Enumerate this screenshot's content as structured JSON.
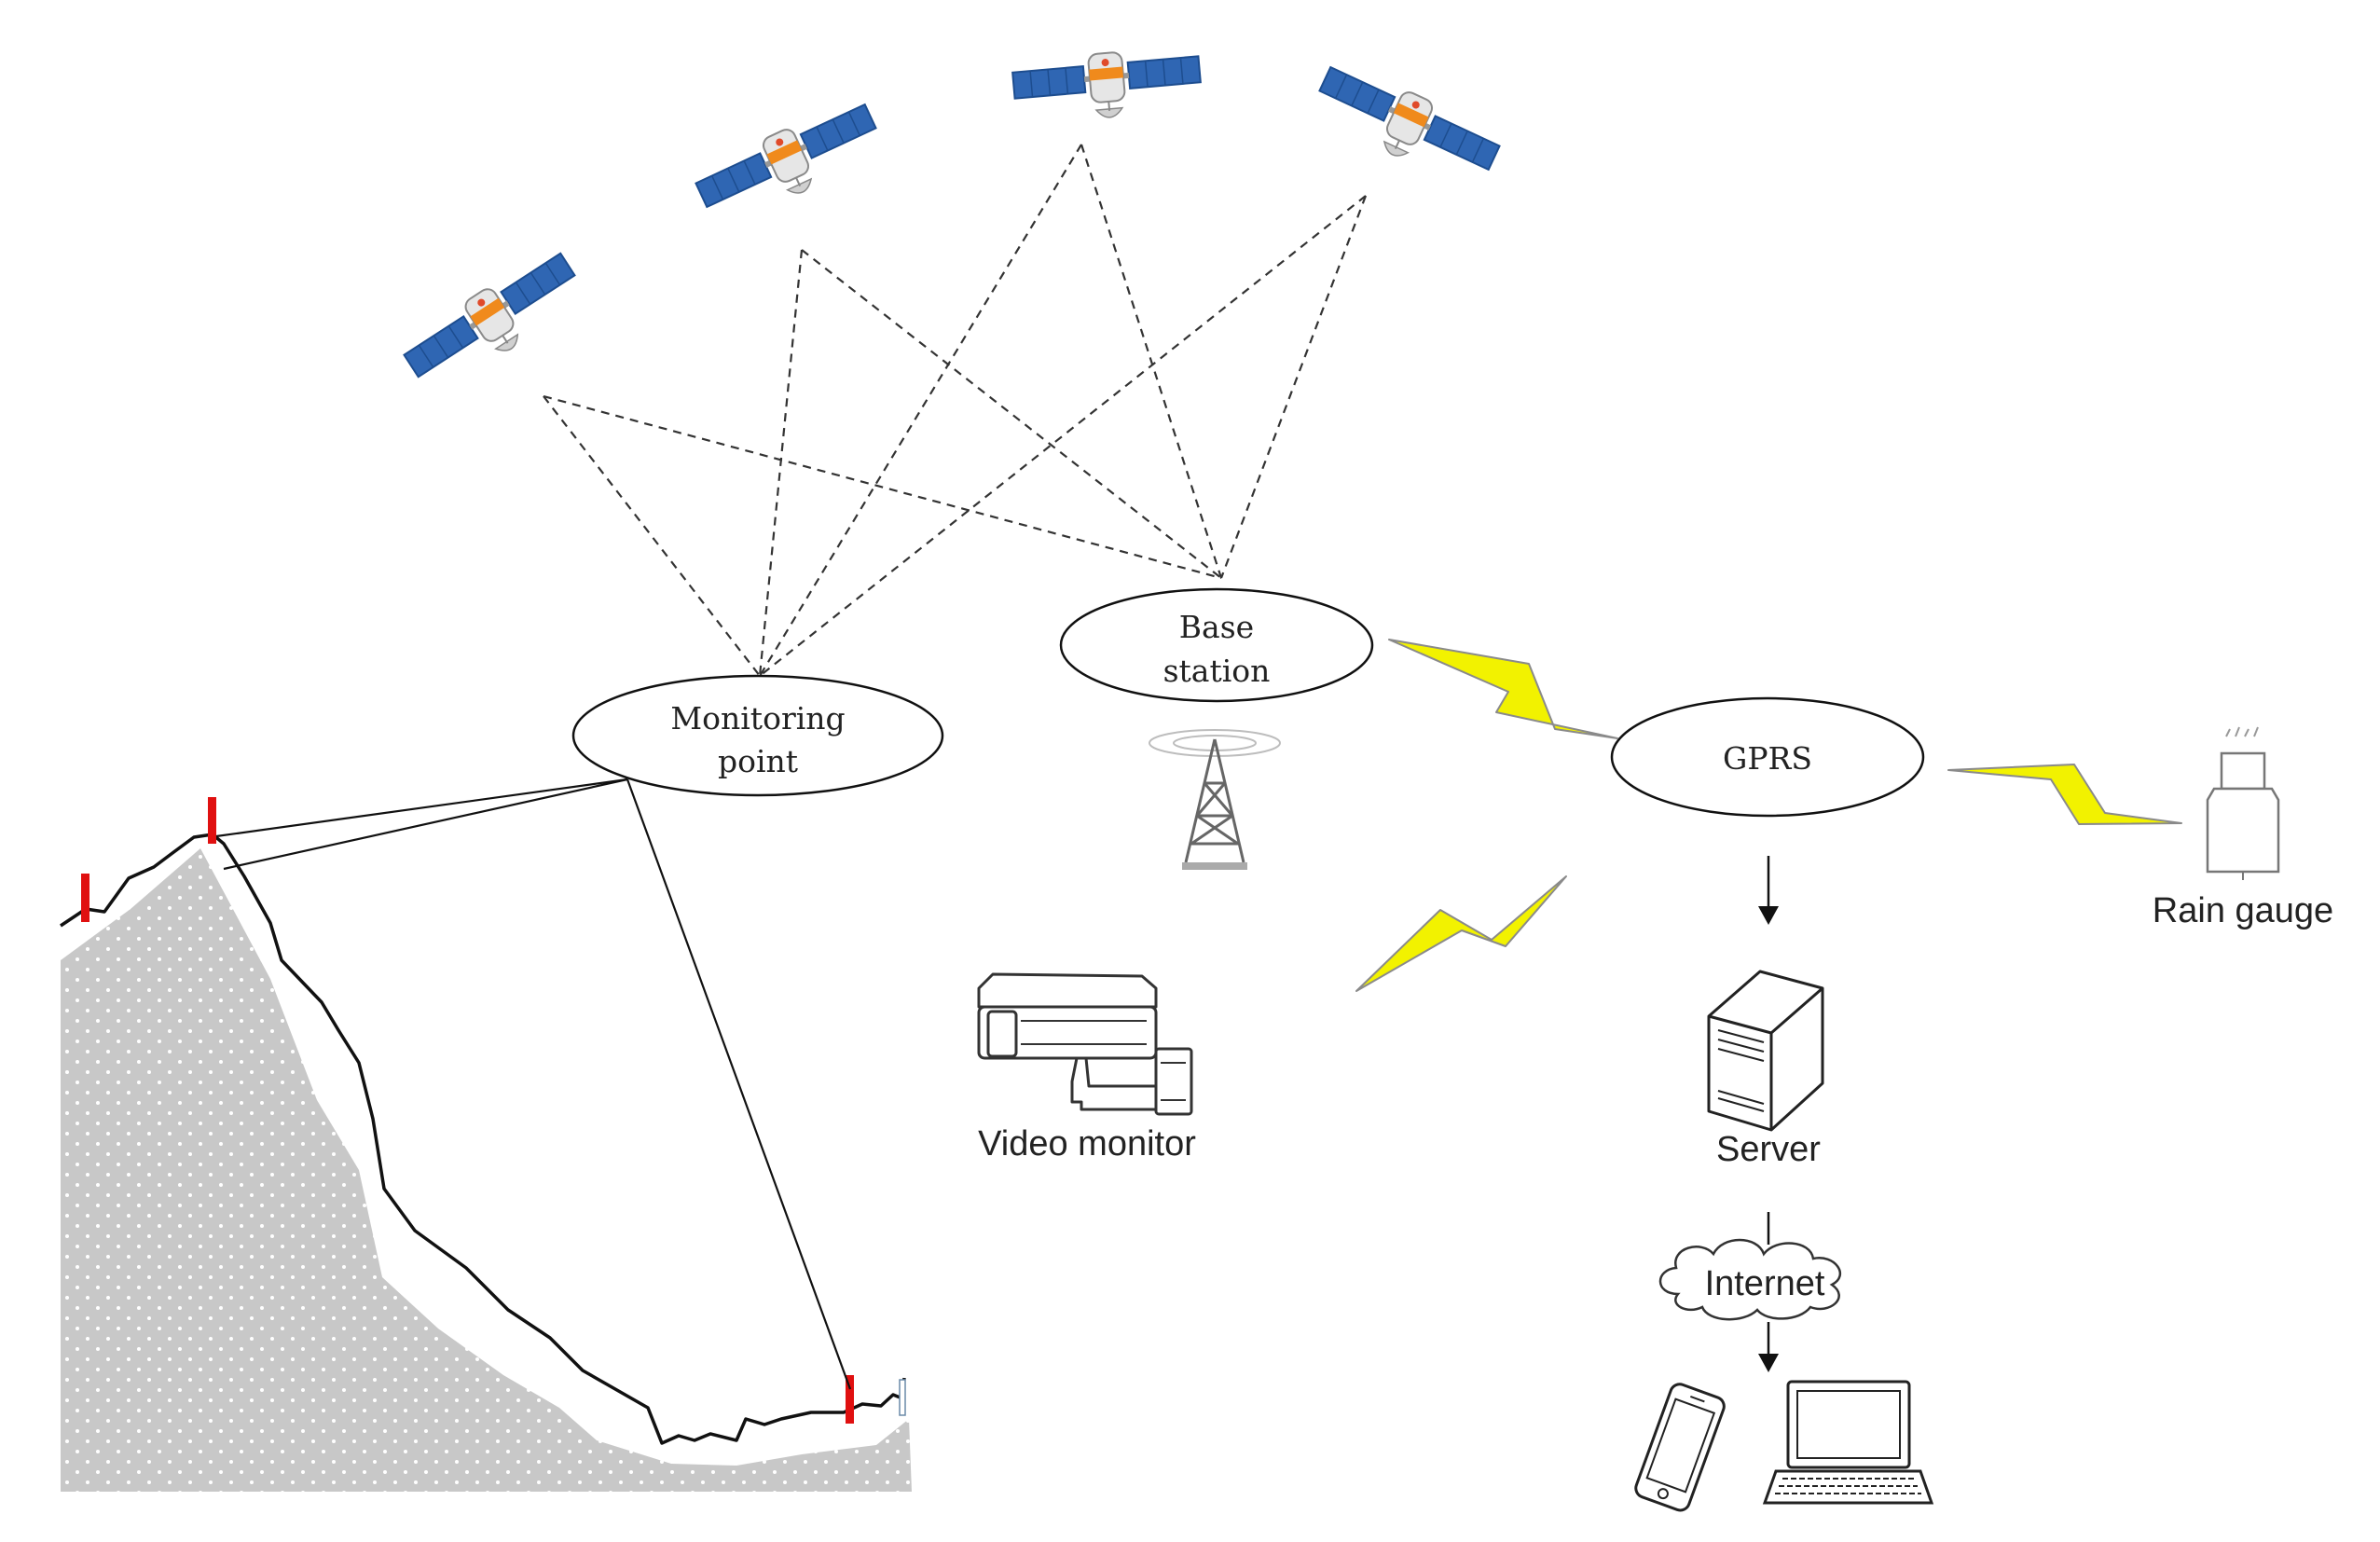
{
  "diagram": {
    "nodes": {
      "monitoring_point": {
        "line1": "Monitoring",
        "line2": "point"
      },
      "base_station": {
        "line1": "Base",
        "line2": "station"
      },
      "gprs": {
        "label": "GPRS"
      }
    },
    "devices": {
      "rain_gauge": "Rain gauge",
      "video_monitor": "Video monitor",
      "server": "Server",
      "internet": "Internet"
    },
    "colors": {
      "wireless_link": "#f2f200",
      "marker": "#e01010",
      "terrain": "#c8c8c8",
      "satellite_panel": "#2f66b3",
      "satellite_band": "#f08a1c"
    },
    "icons": [
      "satellite-icon",
      "tower-icon",
      "rain-gauge-icon",
      "camera-icon",
      "server-icon",
      "cloud-icon",
      "phone-icon",
      "laptop-icon"
    ]
  }
}
